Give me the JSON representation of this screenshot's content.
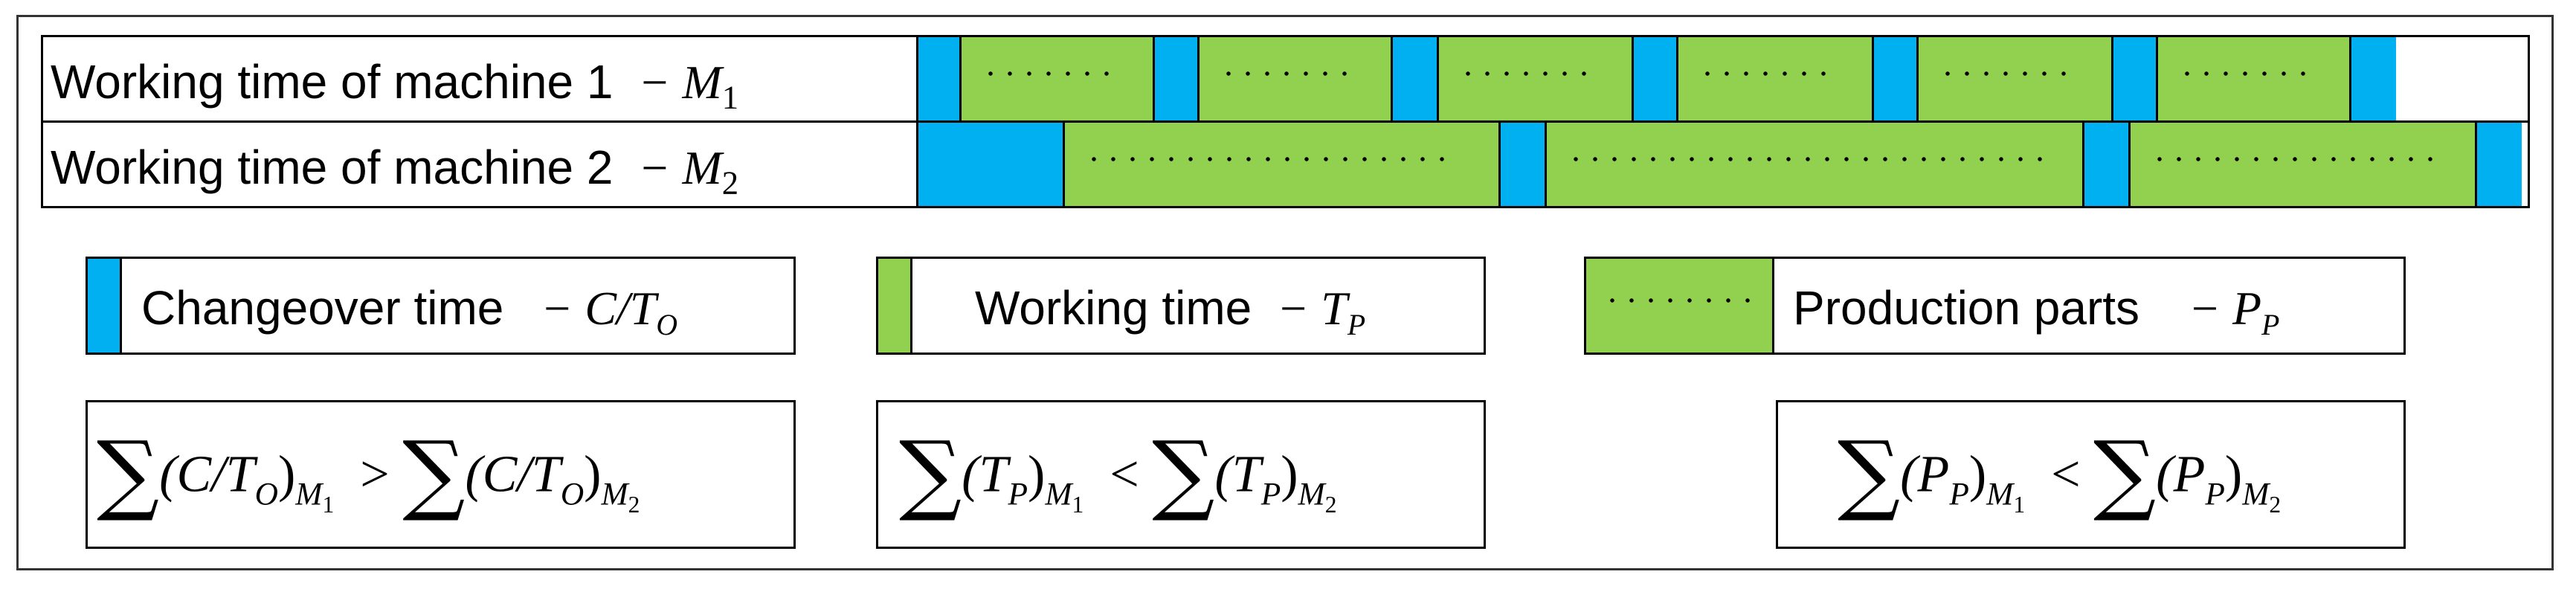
{
  "colors": {
    "changeover": "#00b0f0",
    "working": "#92d050",
    "border": "#000000",
    "frame": "#333333"
  },
  "timeline": {
    "machine1": {
      "label_text": "Working time of machine 1",
      "symbol": "M",
      "subscript": "1",
      "segments": [
        "changeover",
        "working",
        "changeover",
        "working",
        "changeover",
        "working",
        "changeover",
        "working",
        "changeover",
        "working",
        "changeover",
        "working",
        "changeover"
      ]
    },
    "machine2": {
      "label_text": "Working time of machine 2",
      "symbol": "M",
      "subscript": "2",
      "segments": [
        "changeover",
        "working",
        "changeover",
        "working",
        "changeover",
        "working",
        "changeover"
      ]
    }
  },
  "legend": {
    "changeover": {
      "label": "Changeover time",
      "symbol": "C/T",
      "subscript": "O"
    },
    "working": {
      "label": "Working time",
      "symbol": "T",
      "subscript": "P"
    },
    "production": {
      "label": "Production parts",
      "symbol": "P",
      "subscript": "P"
    }
  },
  "formulas": {
    "changeover_compare": {
      "lhs": "(C/T",
      "lsub": "O",
      "lrp": ")",
      "lsub2": "M",
      "lsub3": "1",
      "op": ">",
      "rhs": "(C/T",
      "rsub": "O",
      "rrp": ")",
      "rsub2": "M",
      "rsub3": "2"
    },
    "working_compare": {
      "lhs": "(T",
      "lsub": "P",
      "lrp": ")",
      "lsub2": "M",
      "lsub3": "1",
      "op": "<",
      "rhs": "(T",
      "rsub": "P",
      "rrp": ")",
      "rsub2": "M",
      "rsub3": "2"
    },
    "production_compare": {
      "lhs": "(P",
      "lsub": "P",
      "lrp": ")",
      "lsub2": "M",
      "lsub3": "1",
      "op": "<",
      "rhs": "(P",
      "rsub": "P",
      "rrp": ")",
      "rsub2": "M",
      "rsub3": "2"
    },
    "sigma": "∑",
    "dash": "−"
  }
}
